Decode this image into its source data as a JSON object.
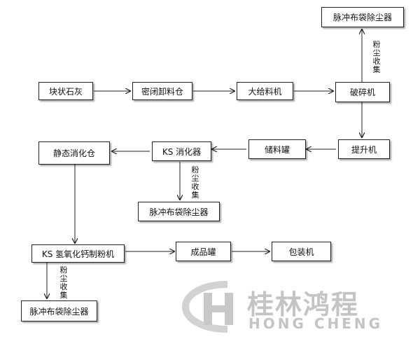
{
  "nodes": {
    "lump_lime": "块状石灰",
    "sealed_bin": "密闭卸料仓",
    "feeder": "大给料机",
    "crusher": "破碎机",
    "bag_top": "脉冲布袋除尘器",
    "elevator": "提升机",
    "storage_tank": "储料罐",
    "ks_digester": "KS 消化器",
    "static_bin": "静态消化仓",
    "bag_mid": "脉冲布袋除尘器",
    "ks_mill": "KS 氢氧化钙制粉机",
    "product_tank": "成品罐",
    "packer": "包装机",
    "bag_bottom": "脉冲布袋除尘器"
  },
  "labels": {
    "dust_collect_top": "粉尘收集",
    "dust_collect_mid": "粉尘收集",
    "dust_collect_bottom": "粉尘收集"
  },
  "watermark": {
    "brand_cn": "桂林鸿程",
    "brand_en": "HONG CHENG"
  }
}
